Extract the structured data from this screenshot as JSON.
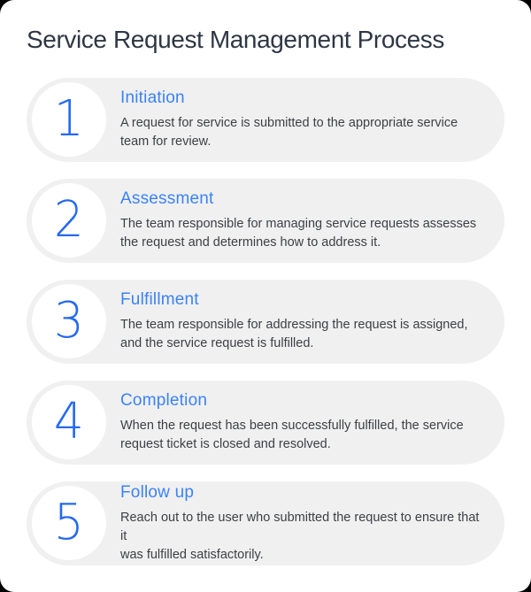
{
  "title": "Service Request Management Process",
  "colors": {
    "page_background": "#000000",
    "card_background": "#ffffff",
    "pill_background": "#f0f0f0",
    "heading_blue": "#3b82f6",
    "number_blue": "#2569f0",
    "title_text": "#2f3744",
    "body_text": "#3c3f44"
  },
  "steps": [
    {
      "number": "1",
      "label": "Initiation",
      "description": "A request for service is submitted to the appropriate service\nteam for review."
    },
    {
      "number": "2",
      "label": "Assessment",
      "description": "The team responsible for managing service requests assesses\nthe request and determines how to address it."
    },
    {
      "number": "3",
      "label": "Fulfillment",
      "description": "The team responsible for addressing the request is assigned,\nand the service request is fulfilled."
    },
    {
      "number": "4",
      "label": "Completion",
      "description": "When the request has been successfully fulfilled, the service\nrequest ticket is closed and resolved."
    },
    {
      "number": "5",
      "label": "Follow up",
      "description": "Reach out to the user who submitted the request to ensure that it\nwas fulfilled satisfactorily."
    }
  ]
}
